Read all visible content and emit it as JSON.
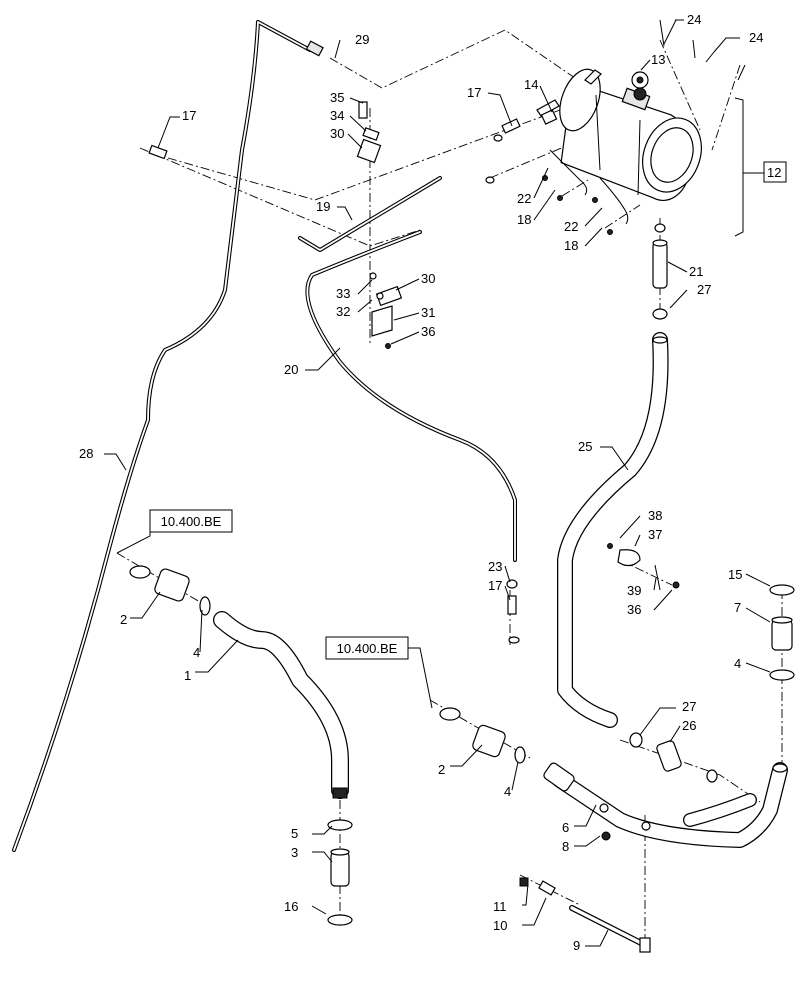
{
  "diagram": {
    "callouts": [
      "1",
      "2",
      "2",
      "3",
      "4",
      "4",
      "4",
      "5",
      "6",
      "7",
      "8",
      "9",
      "10",
      "11",
      "12",
      "13",
      "14",
      "15",
      "16",
      "17",
      "17",
      "17",
      "18",
      "18",
      "19",
      "20",
      "21",
      "22",
      "22",
      "23",
      "24",
      "24",
      "25",
      "26",
      "27",
      "27",
      "28",
      "29",
      "30",
      "30",
      "31",
      "32",
      "33",
      "34",
      "35",
      "36",
      "36",
      "37",
      "38",
      "39"
    ],
    "refs": [
      "10.400.BE",
      "10.400.BE"
    ]
  }
}
